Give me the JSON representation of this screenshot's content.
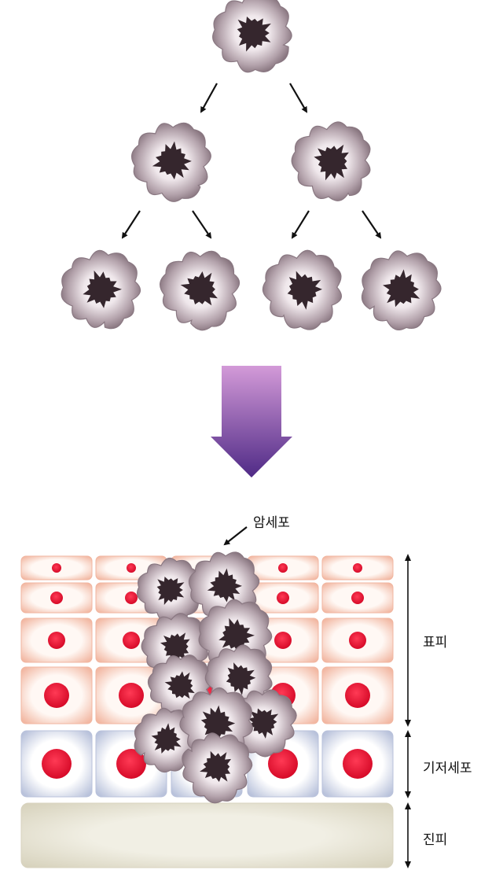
{
  "labels": {
    "cancer_cell": "암세포",
    "epidermis": "표피",
    "basal_cell": "기저세포",
    "dermis": "진피"
  },
  "colors": {
    "cell_outer": "#9a8a92",
    "cell_inner": "#d2c6cc",
    "cell_core": "#35262d",
    "epi_fill": "#fff5ef",
    "epi_edge": "#f0b49e",
    "basal_fill": "#ffffff",
    "basal_edge": "#b7c0d8",
    "nucleus": "#e8102e",
    "dermis_fill": "#ece9dc",
    "dermis_edge": "#d8d3bf",
    "arrow_top": "#c98fd0",
    "arrow_bottom": "#5a2e8c"
  },
  "icons": {
    "cancer_cell": "cancer-cell-icon",
    "arrow": "arrow-icon"
  }
}
